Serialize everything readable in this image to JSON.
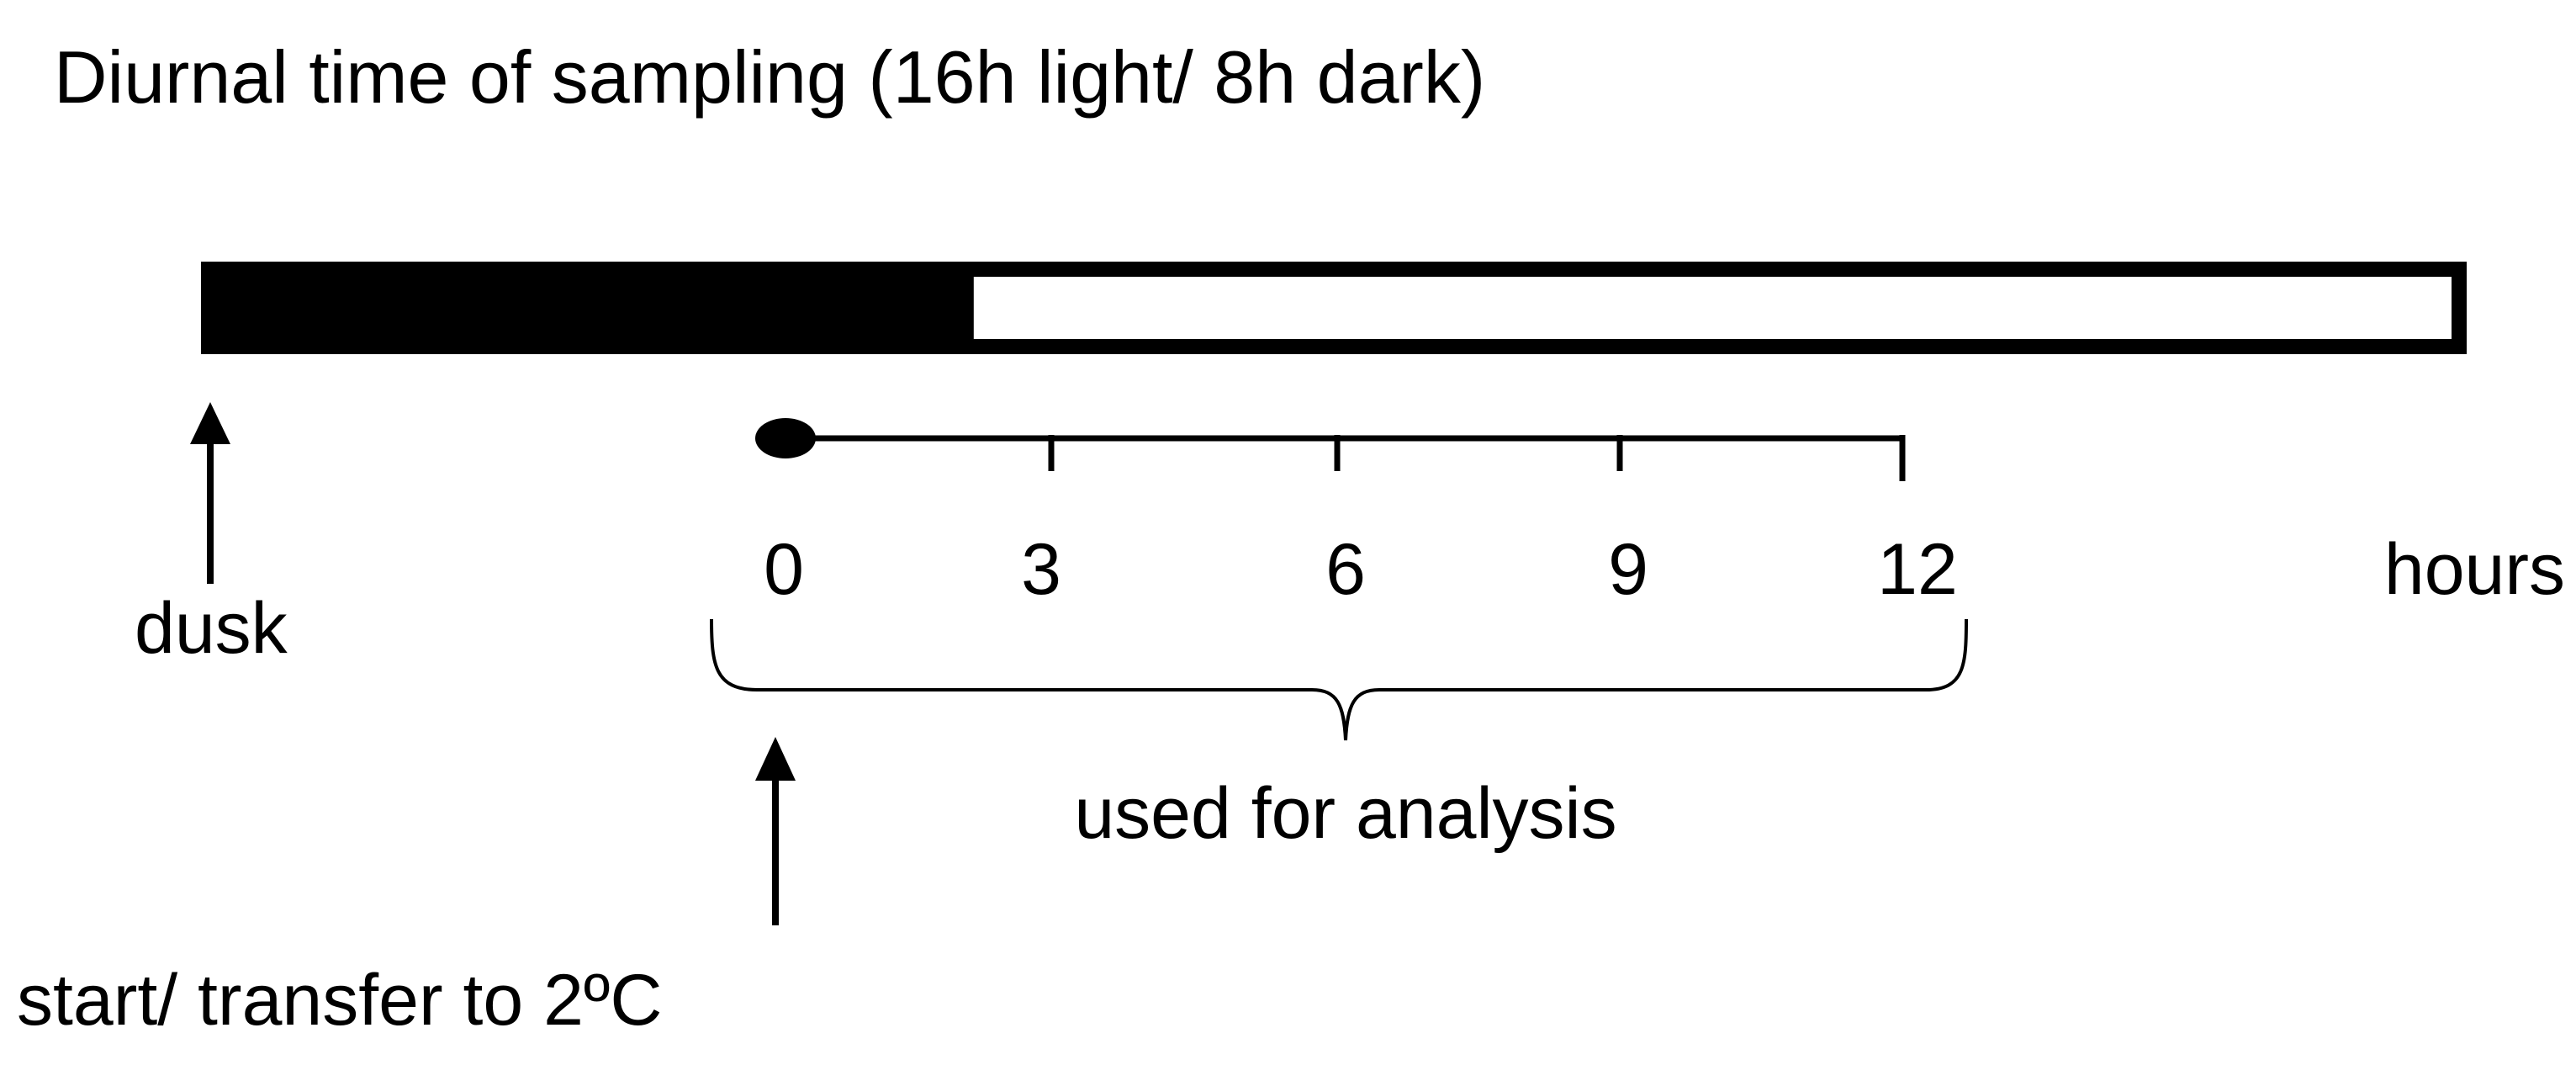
{
  "title": "Diurnal time of sampling (16h light/ 8h dark)",
  "photoperiod_bar": {
    "dark_fraction_shown": 0.34,
    "dark_color": "#000000",
    "light_color": "#ffffff"
  },
  "dusk_label": "dusk",
  "time_axis": {
    "ticks": [
      "0",
      "3",
      "6",
      "9",
      "12"
    ],
    "unit_label": "hours"
  },
  "bracket_label": "used for analysis",
  "start_label": "start/ transfer to 2ºC"
}
